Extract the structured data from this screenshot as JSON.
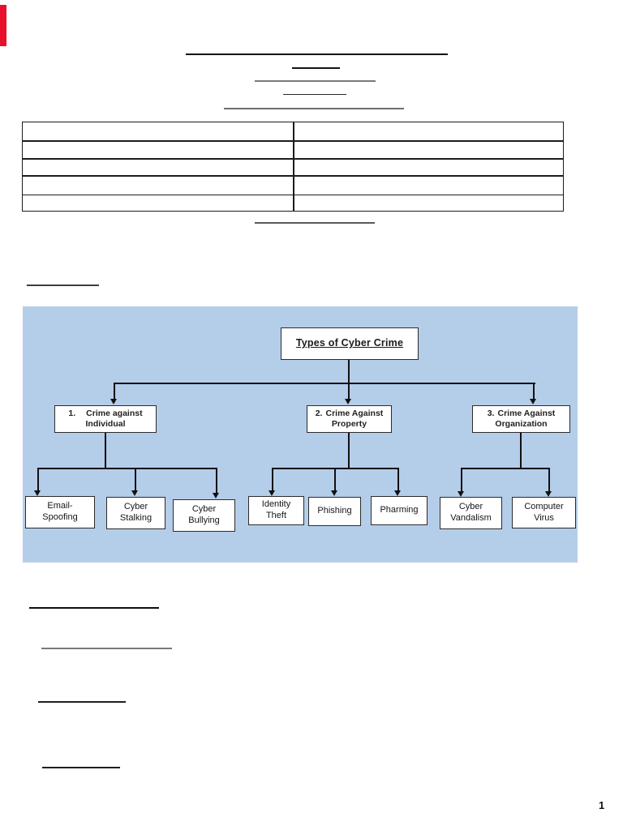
{
  "page": {
    "number": "1"
  },
  "colors": {
    "diagram_background": "#b4cde9",
    "red_marker": "#e8112d",
    "box_background": "#ffffff",
    "line_color": "#111111"
  },
  "table": {
    "rows": 5,
    "columns": 2,
    "cells": [
      [
        "",
        ""
      ],
      [
        "",
        ""
      ],
      [
        "",
        ""
      ],
      [
        "",
        ""
      ],
      [
        "",
        ""
      ]
    ]
  },
  "diagram": {
    "title": "Types of Cyber Crime",
    "categories": [
      {
        "number": "1.",
        "line1": "Crime against",
        "line2": "Individual"
      },
      {
        "number": "2.",
        "line1": "Crime Against",
        "line2": "Property"
      },
      {
        "number": "3.",
        "line1": "Crime Against",
        "line2": "Organization"
      }
    ],
    "leaves": [
      {
        "line1": "Email-",
        "line2": "Spoofing"
      },
      {
        "line1": "Cyber",
        "line2": "Stalking"
      },
      {
        "line1": "Cyber",
        "line2": "Bullying"
      },
      {
        "line1": "Identity",
        "line2": "Theft"
      },
      {
        "line1": "Phishing",
        "line2": ""
      },
      {
        "line1": "Pharming",
        "line2": ""
      },
      {
        "line1": "Cyber",
        "line2": "Vandalism"
      },
      {
        "line1": "Computer",
        "line2": "Virus"
      }
    ]
  }
}
